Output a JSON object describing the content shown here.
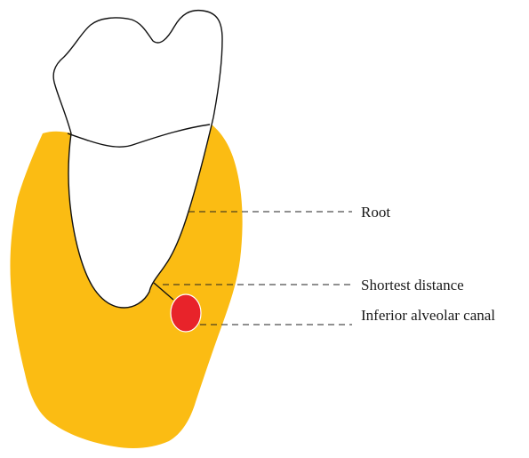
{
  "labels": {
    "root": "Root",
    "shortest_distance": "Shortest distance",
    "inferior_alveolar_canal": "Inferior alveolar canal"
  },
  "colors": {
    "bone": "#FBBC13",
    "canal": "#E8232A",
    "tooth_fill": "#ffffff",
    "outline": "#111111",
    "leader_line": "#222222"
  }
}
